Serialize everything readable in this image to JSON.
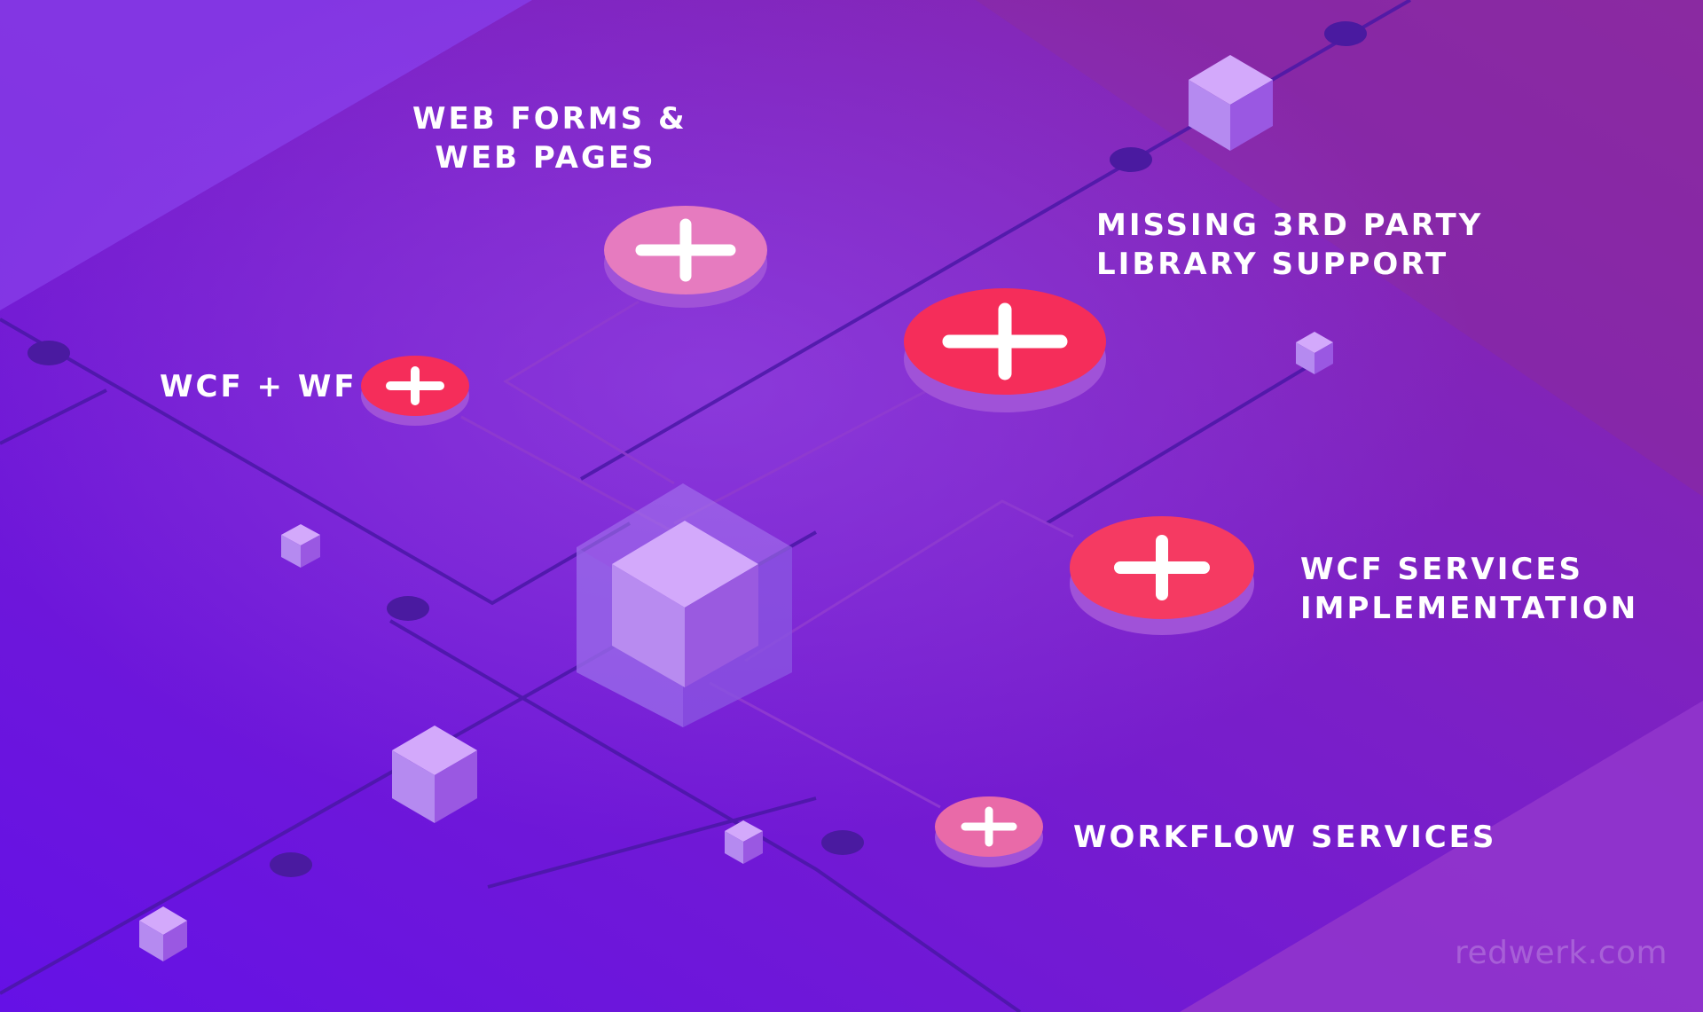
{
  "labels": {
    "web_forms": [
      "WEB FORMS &",
      "WEB PAGES"
    ],
    "wcf_wf": "WCF + WF",
    "missing_library": [
      "MISSING 3RD PARTY",
      "LIBRARY SUPPORT"
    ],
    "wcf_services": [
      "WCF SERVICES",
      "IMPLEMENTATION"
    ],
    "workflow_services": "WORKFLOW SERVICES"
  },
  "watermark": "redwerk.com",
  "colors": {
    "background_main": "#6a14e0",
    "background_accent": "#8a2fc4",
    "plus_red": "#f52d5a",
    "plus_pink": "#e67bbf",
    "cube_light": "#c79af5",
    "cube_mid": "#a978ec",
    "cube_dark": "#8d4fe0",
    "text": "#ffffff"
  },
  "icons": {
    "plus_buttons": "plus-icon",
    "cubes": "isometric-cube-icon"
  }
}
